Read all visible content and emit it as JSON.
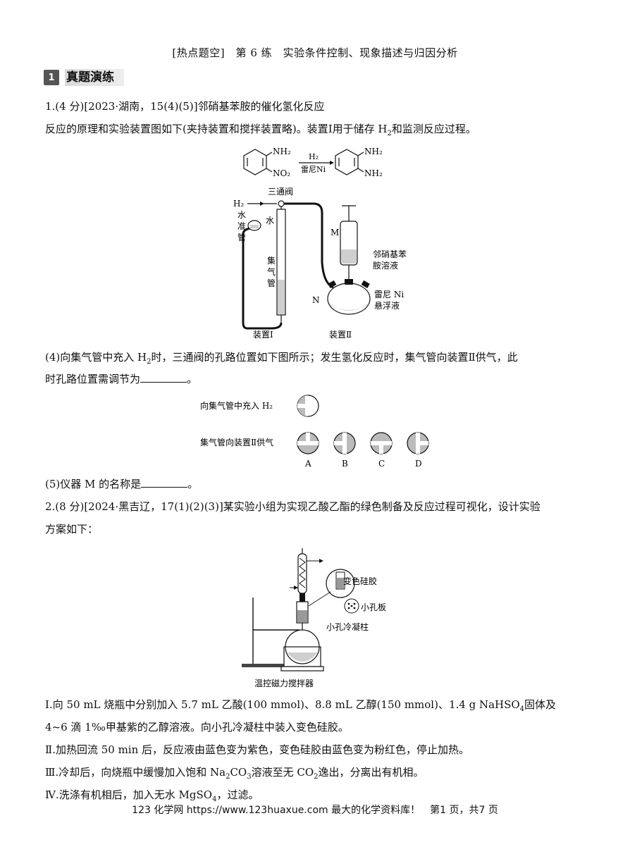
{
  "title": "[热点题空]　第 6 练　实验条件控制、现象描述与归因分析",
  "section": {
    "icon": "1",
    "label": "真题演练"
  },
  "q1": {
    "head": "1.(4 分)[2023·湖南，15(4)(5)]邻硝基苯胺的催化氢化反应",
    "intro_a": "反应的原理和实验装置图如下(夹持装置和搅拌装置略)。装置Ⅰ用于储存 H",
    "intro_sub": "2",
    "intro_b": "和监测反应过程。",
    "reaction": {
      "r_top": "NH₂",
      "r_bot": "NO₂",
      "reagent": "H₂",
      "catalyst": "雷尼Ni",
      "p_top": "NH₂",
      "p_bot": "NH₂"
    },
    "apparatus": {
      "h2": "H₂",
      "valve": "三通阀",
      "water": "水",
      "level_tube": "水准管",
      "gas_tube": "集气管",
      "m": "M",
      "n": "N",
      "solution": "邻硝基苯胺溶液",
      "ni": "雷尼 Ni悬浮液",
      "label1": "装置Ⅰ",
      "label2": "装置Ⅱ"
    },
    "q4_a": "(4)向集气管中充入 H",
    "q4_sub": "2",
    "q4_b": "时，三通阀的孔路位置如下图所示；发生氢化反应时，集气管向装置Ⅱ供气，此",
    "q4_c": "时孔路位置需调节为",
    "q4_end": "。",
    "valve_row1": "向集气管中充入 H₂",
    "valve_row2": "集气管向装置Ⅱ供气",
    "options": [
      "A",
      "B",
      "C",
      "D"
    ],
    "q5": "(5)仪器 M 的名称是",
    "q5_end": "。"
  },
  "q2": {
    "head": "2.(8 分)[2024·黑吉辽，17(1)(2)(3)]某实验小组为实现乙酸乙酯的绿色制备及反应过程可视化，设计实验",
    "head2": "方案如下：",
    "fig": {
      "gel": "变色硅胶",
      "plate": "小孔板",
      "column": "小孔冷凝柱",
      "stirrer": "温控磁力搅拌器"
    },
    "s1_a": "Ⅰ.向 50 mL 烧瓶中分别加入 5.7 mL 乙酸(100 mmol)、8.8 mL 乙醇(150 mmol)、1.4 g NaHSO",
    "s1_sub": "4",
    "s1_b": "固体及",
    "s1_c": "4~6 滴 1‰甲基紫的乙醇溶液。向小孔冷凝柱中装入变色硅胶。",
    "s2": "Ⅱ.加热回流 50 min 后，反应液由蓝色变为紫色，变色硅胶由蓝色变为粉红色，停止加热。",
    "s3_a": "Ⅲ.冷却后，向烧瓶中缓慢加入饱和 Na",
    "s3_sub1": "2",
    "s3_b": "CO",
    "s3_sub2": "3",
    "s3_c": "溶液至无 CO",
    "s3_sub3": "2",
    "s3_d": "逸出，分离出有机相。",
    "s4_a": "Ⅳ.洗涤有机相后，加入无水 MgSO",
    "s4_sub": "4",
    "s4_b": "，过滤。"
  },
  "footer": "123 化学网 https://www.123huaxue.com 最大的化学资料库！　第1 页，共7 页"
}
